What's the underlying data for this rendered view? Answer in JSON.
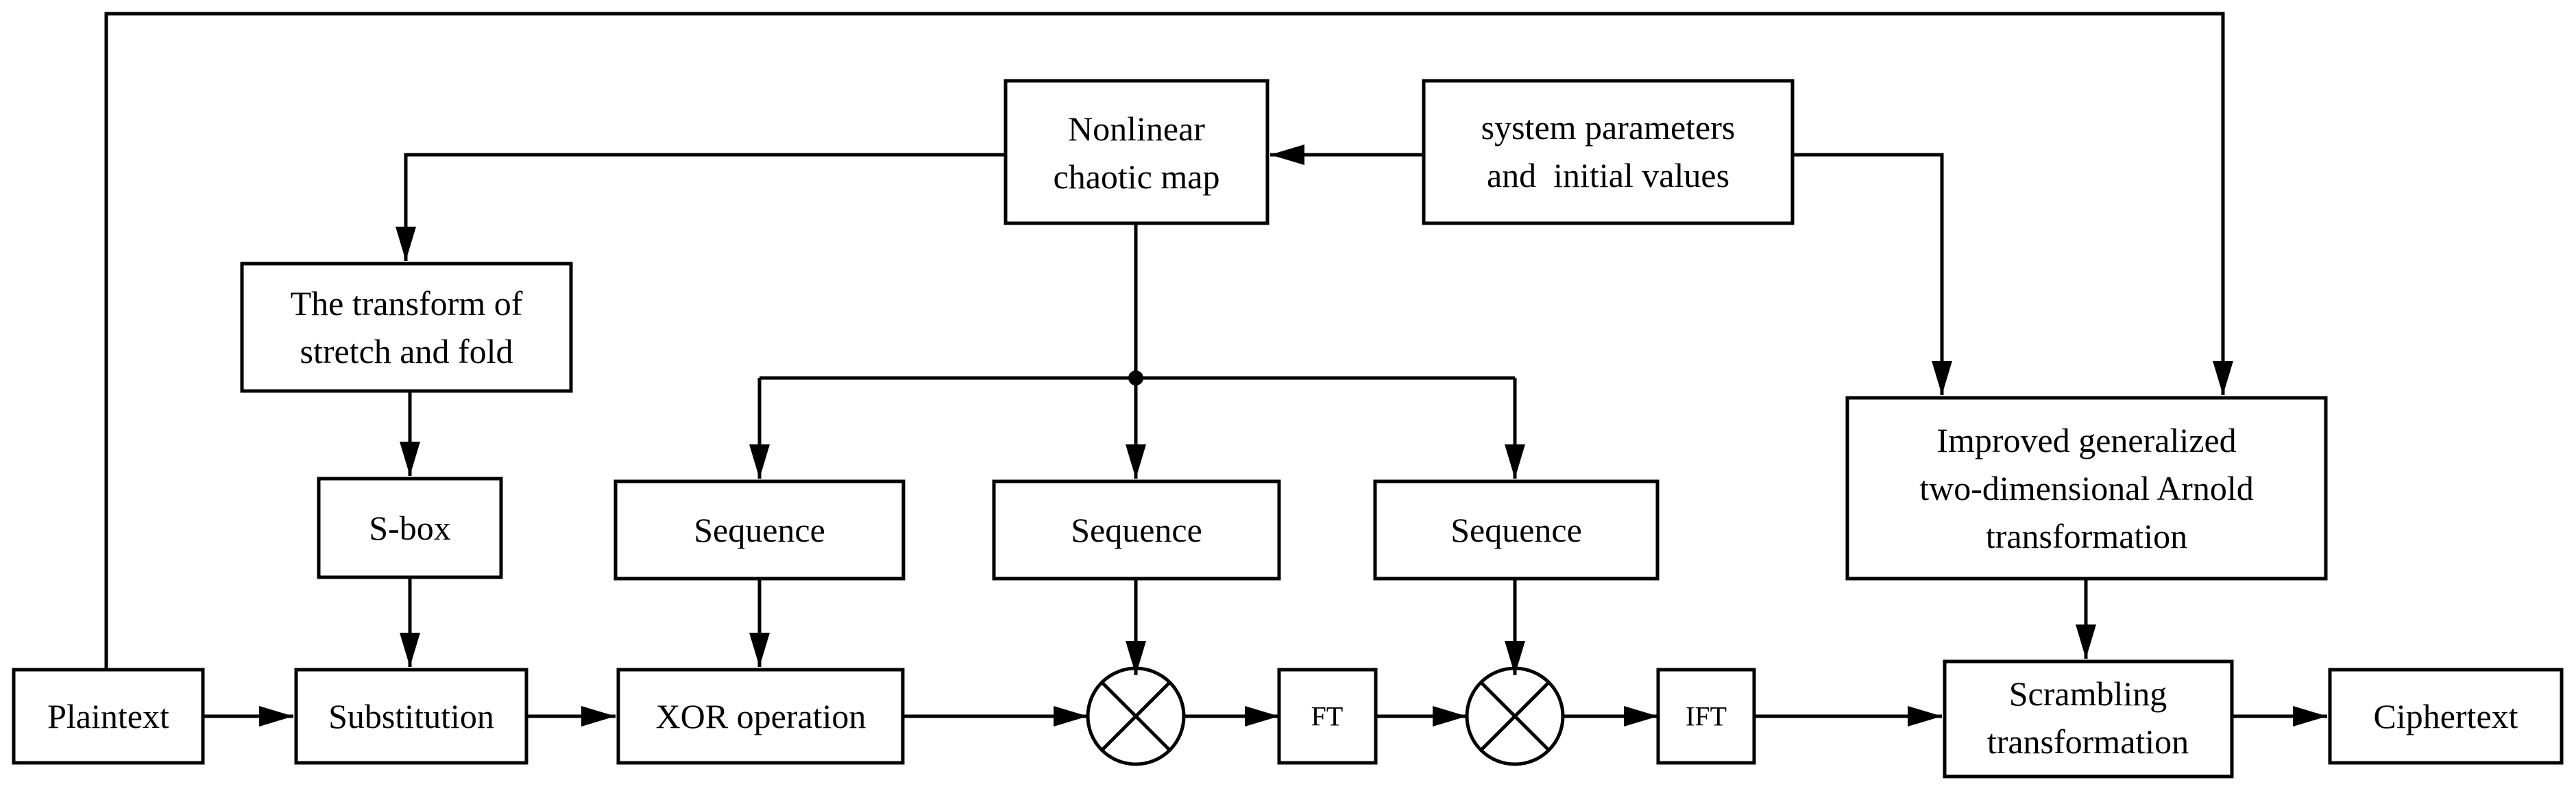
{
  "diagram": {
    "colors": {
      "stroke": "#000000",
      "background": "#ffffff"
    },
    "nodes": {
      "plaintext": "Plaintext",
      "substitution": "Substitution",
      "sbox": "S-box",
      "stretch_fold": [
        "The transform of",
        "stretch and fold"
      ],
      "nonlinear_map": [
        "Nonlinear",
        "chaotic map"
      ],
      "system_params": [
        "system parameters",
        "and  initial values"
      ],
      "sequence_1": "Sequence",
      "sequence_2": "Sequence",
      "sequence_3": "Sequence",
      "xor": "XOR operation",
      "ft": "FT",
      "ift": "IFT",
      "arnold": [
        "Improved generalized",
        "two-dimensional Arnold",
        "transformation"
      ],
      "scrambling": [
        "Scrambling",
        "transformation"
      ],
      "ciphertext": "Ciphertext"
    },
    "operators": {
      "multiply_1": "circle-times-icon",
      "multiply_2": "circle-times-icon"
    },
    "edges": [
      [
        "plaintext",
        "substitution"
      ],
      [
        "plaintext",
        "arnold"
      ],
      [
        "system_params",
        "nonlinear_map"
      ],
      [
        "system_params",
        "arnold"
      ],
      [
        "nonlinear_map",
        "stretch_fold"
      ],
      [
        "stretch_fold",
        "sbox"
      ],
      [
        "sbox",
        "substitution"
      ],
      [
        "nonlinear_map",
        "sequence_1"
      ],
      [
        "nonlinear_map",
        "sequence_2"
      ],
      [
        "nonlinear_map",
        "sequence_3"
      ],
      [
        "substitution",
        "xor"
      ],
      [
        "sequence_1",
        "xor"
      ],
      [
        "xor",
        "multiply_1"
      ],
      [
        "sequence_2",
        "multiply_1"
      ],
      [
        "multiply_1",
        "ft"
      ],
      [
        "ft",
        "multiply_2"
      ],
      [
        "sequence_3",
        "multiply_2"
      ],
      [
        "multiply_2",
        "ift"
      ],
      [
        "ift",
        "scrambling"
      ],
      [
        "arnold",
        "scrambling"
      ],
      [
        "scrambling",
        "ciphertext"
      ]
    ]
  }
}
